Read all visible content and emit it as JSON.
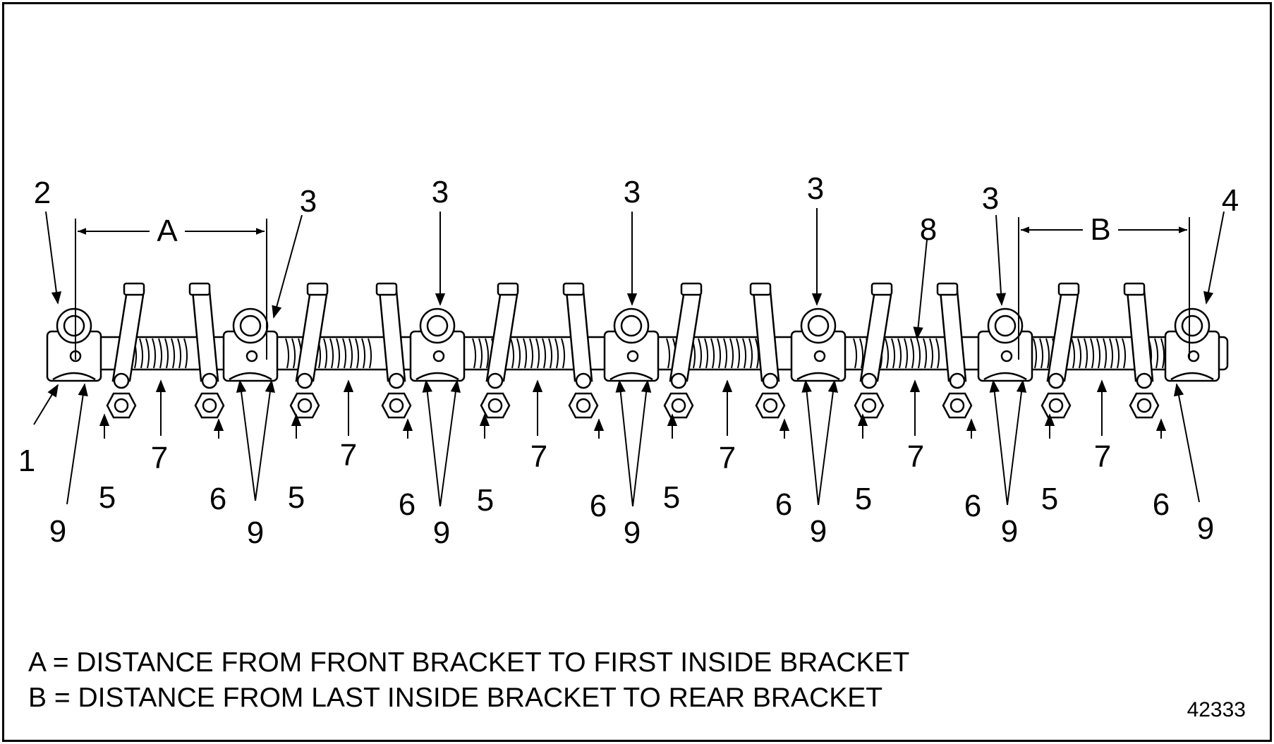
{
  "figure_number": "42333",
  "legend": {
    "a": "A = DISTANCE FROM FRONT BRACKET TO FIRST INSIDE BRACKET",
    "b": "B = DISTANCE FROM LAST INSIDE BRACKET TO REAR BRACKET"
  },
  "dimensions": {
    "a": "A",
    "b": "B"
  },
  "callouts": {
    "front_bracket": "1",
    "front_bracket_top": "2",
    "inside_bracket": "3",
    "rear_bracket": "4",
    "rocker_arm_5": "5",
    "rocker_arm_6": "6",
    "spring": "7",
    "shaft": "8",
    "clip": "9"
  },
  "colors": {
    "ink": "#000000",
    "paper": "#ffffff"
  }
}
